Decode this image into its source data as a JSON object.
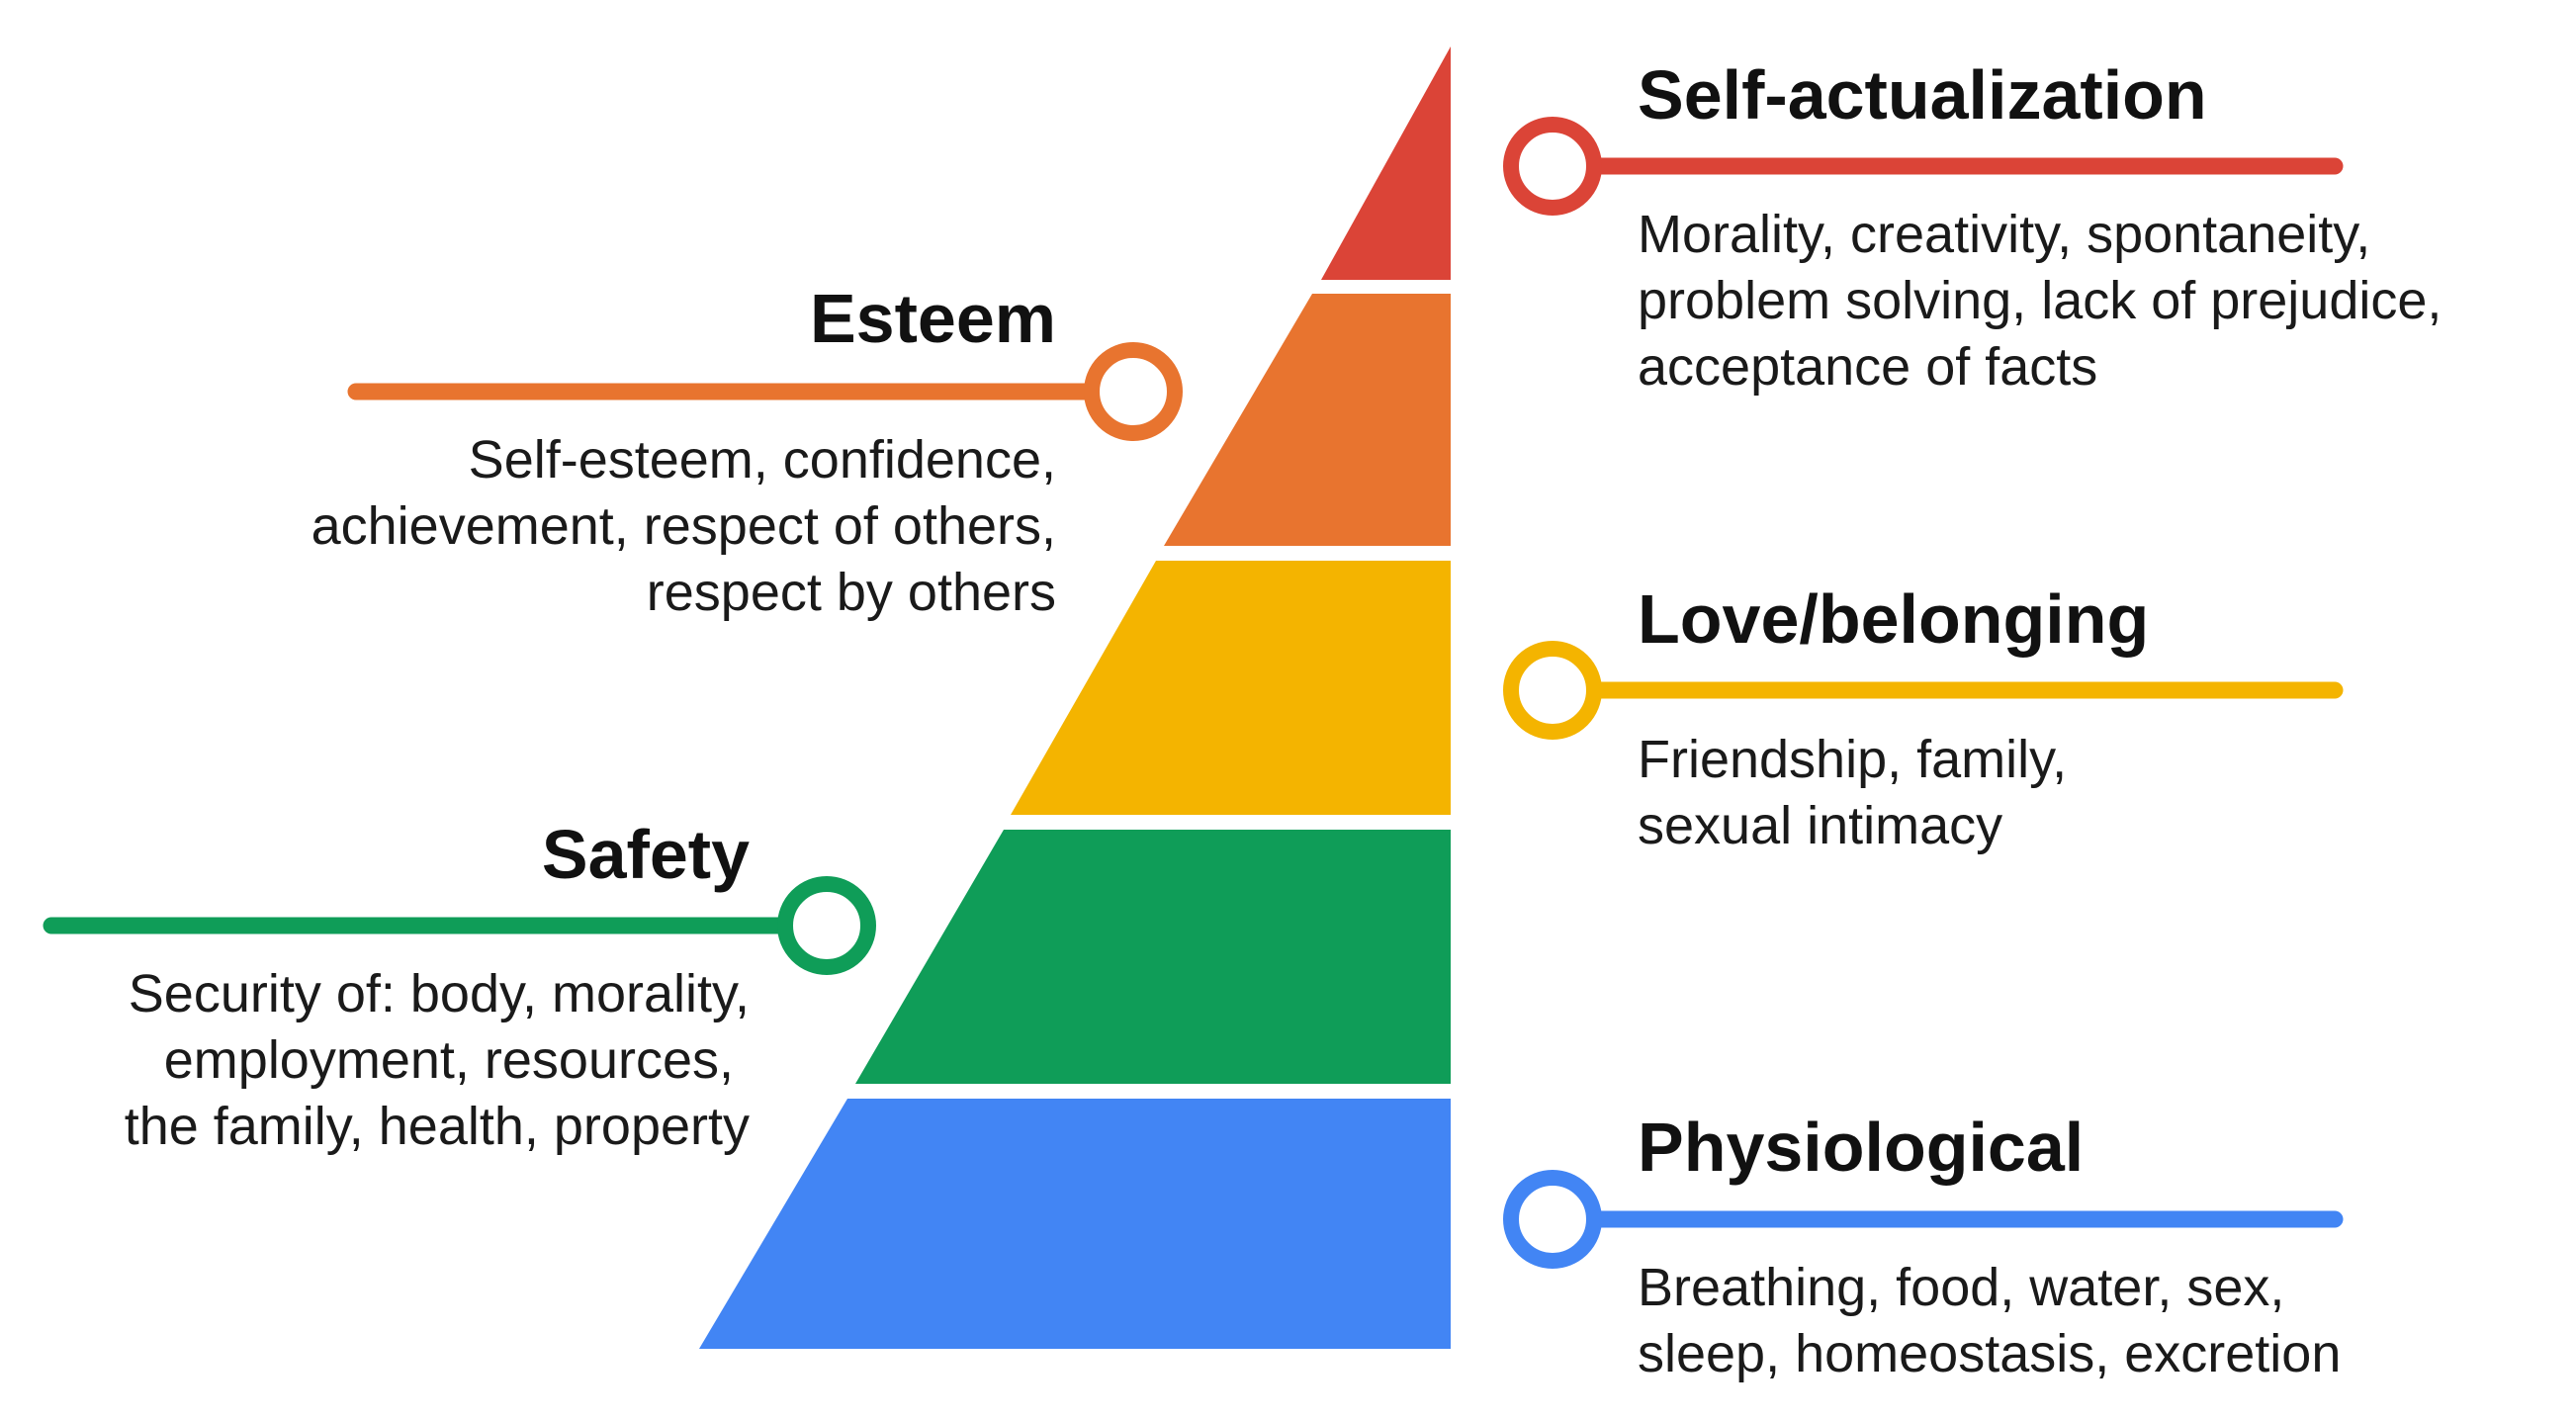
{
  "colors": {
    "self_actualization": "#DB4437",
    "esteem": "#E8742F",
    "love_belonging": "#F4B400",
    "safety": "#0F9D58",
    "physiological": "#4285F4"
  },
  "levels": {
    "self_actualization": {
      "title": "Self-actualization",
      "lines": [
        "Morality, creativity, spontaneity,",
        "problem solving, lack of prejudice,",
        "acceptance of facts"
      ]
    },
    "esteem": {
      "title": "Esteem",
      "lines": [
        "Self-esteem, confidence,",
        "achievement, respect of others,",
        "respect by others"
      ]
    },
    "love_belonging": {
      "title": "Love/belonging",
      "lines": [
        "Friendship, family,",
        "sexual intimacy"
      ]
    },
    "safety": {
      "title": "Safety",
      "lines": [
        "Security of: body, morality,",
        "employment, resources,",
        "the family, health, property"
      ]
    },
    "physiological": {
      "title": "Physiological",
      "lines": [
        "Breathing, food, water, sex,",
        "sleep, homeostasis, excretion"
      ]
    }
  }
}
